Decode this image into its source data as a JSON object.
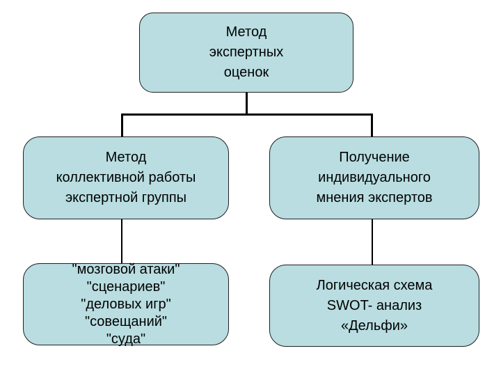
{
  "colors": {
    "background": "#ffffff",
    "node_fill": "#b9dde1",
    "node_border": "#1f1f1f",
    "connector": "#000000"
  },
  "nodes": {
    "root": {
      "lines": [
        "Метод",
        "экспертных",
        "оценок"
      ]
    },
    "collective": {
      "lines": [
        "Метод",
        "коллективной работы",
        "экспертной группы"
      ]
    },
    "individual": {
      "lines": [
        "Получение",
        "индивидуального",
        "мнения экспертов"
      ]
    },
    "collective_methods": {
      "lines": [
        "\"мозговой атаки\"",
        "\"сценариев\"",
        "\"деловых игр\"",
        "\"совещаний\"",
        "\"суда\""
      ]
    },
    "individual_methods": {
      "lines": [
        "Логическая схема",
        "SWOT- анализ",
        "«Дельфи»"
      ]
    }
  }
}
